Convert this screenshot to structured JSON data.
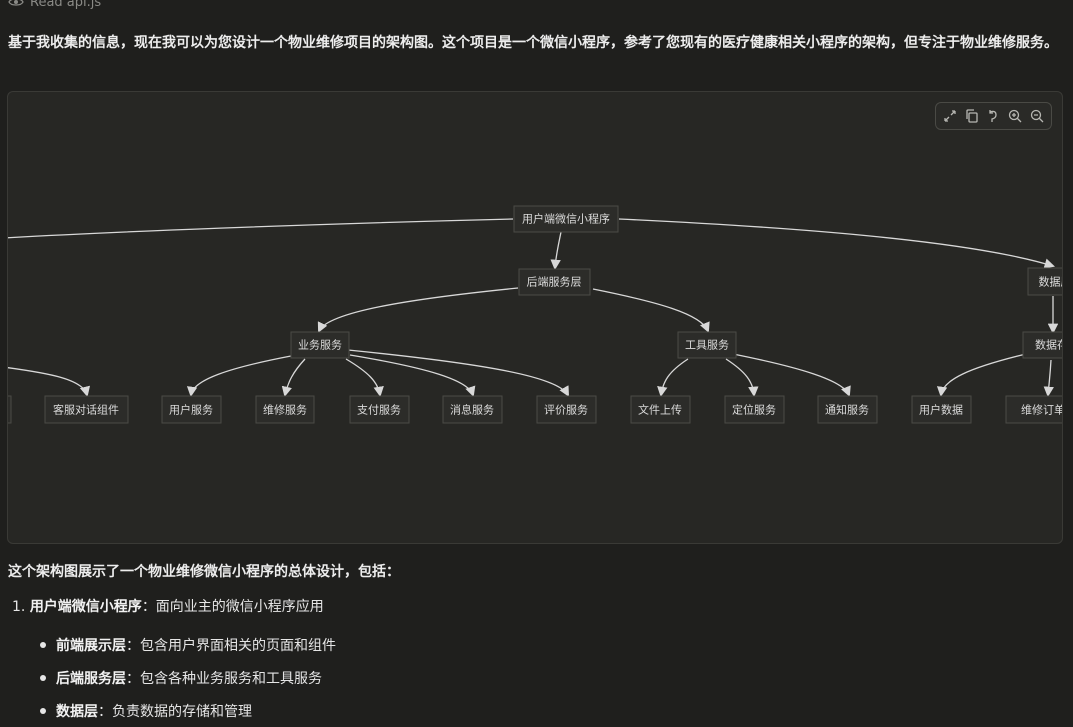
{
  "header": {
    "read_status": "Read api.js"
  },
  "intro_text": "基于我收集的信息，现在我可以为您设计一个物业维修项目的架构图。这个项目是一个微信小程序，参考了您现有的医疗健康相关小程序的架构，但专注于物业维修服务。",
  "diagram": {
    "toolbar": [
      "expand-icon",
      "copy-icon",
      "reset-icon",
      "zoom-in-icon",
      "zoom-out-icon"
    ],
    "nodes": {
      "root": "用户端微信小程序",
      "backend": "后端服务层",
      "data_layer": "数据层",
      "business": "业务服务",
      "tools": "工具服务",
      "data_storage": "数据存储",
      "chat": "客服对话组件",
      "user_service": "用户服务",
      "repair_service": "维修服务",
      "pay_service": "支付服务",
      "msg_service": "消息服务",
      "review_service": "评价服务",
      "file_upload": "文件上传",
      "location_service": "定位服务",
      "notify_service": "通知服务",
      "user_data": "用户数据",
      "repair_orders": "维修订单数据"
    }
  },
  "after_text": "这个架构图展示了一个物业维修微信小程序的总体设计，包括：",
  "list": {
    "item1_num": "1.",
    "item1_bold": "用户端微信小程序",
    "item1_rest": "：面向业主的微信小程序应用",
    "bullets": [
      {
        "bold": "前端展示层",
        "rest": "：包含用户界面相关的页面和组件"
      },
      {
        "bold": "后端服务层",
        "rest": "：包含各种业务服务和工具服务"
      },
      {
        "bold": "数据层",
        "rest": "：负责数据的存储和管理"
      }
    ]
  }
}
